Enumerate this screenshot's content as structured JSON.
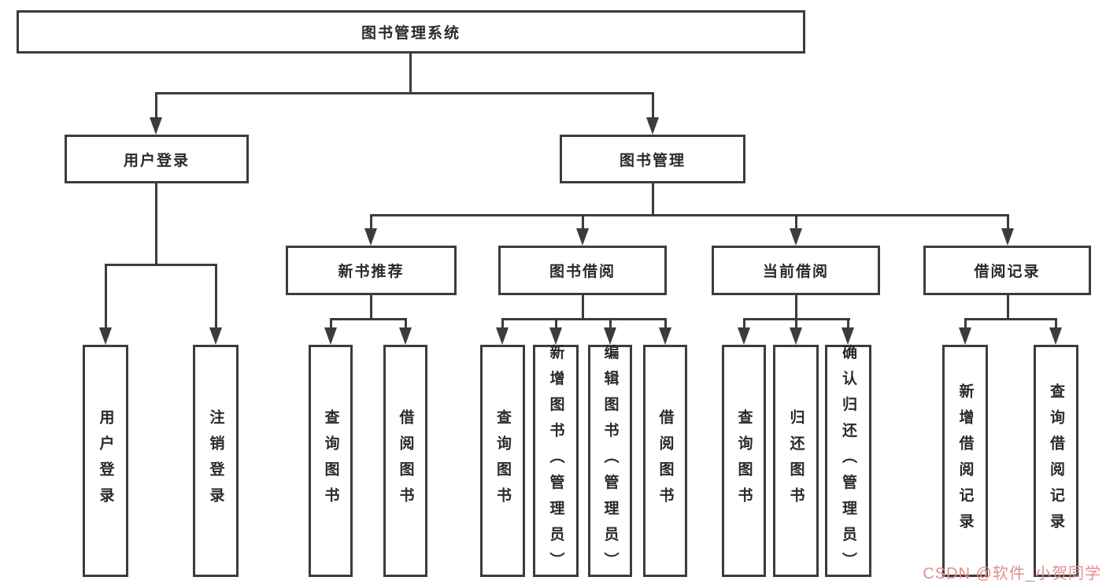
{
  "diagram": {
    "root": "图书管理系统",
    "branches": [
      {
        "label": "用户登录",
        "children": [
          "用户登录",
          "注销登录"
        ]
      },
      {
        "label": "图书管理",
        "groups": [
          {
            "label": "新书推荐",
            "children": [
              "查询图书",
              "借阅图书"
            ]
          },
          {
            "label": "图书借阅",
            "children": [
              "查询图书",
              "新增图书（管理员）",
              "编辑图书（管理员）",
              "借阅图书"
            ]
          },
          {
            "label": "当前借阅",
            "children": [
              "查询图书",
              "归还图书",
              "确认归还（管理员）"
            ]
          },
          {
            "label": "借阅记录",
            "children": [
              "新增借阅记录",
              "查询借阅记录"
            ]
          }
        ]
      }
    ],
    "colors": {
      "line": "#3c3c3c",
      "text": "#2a2a2a",
      "watermark": "#df8f8f"
    },
    "watermark": "CSDN @软件_小贺同学"
  }
}
